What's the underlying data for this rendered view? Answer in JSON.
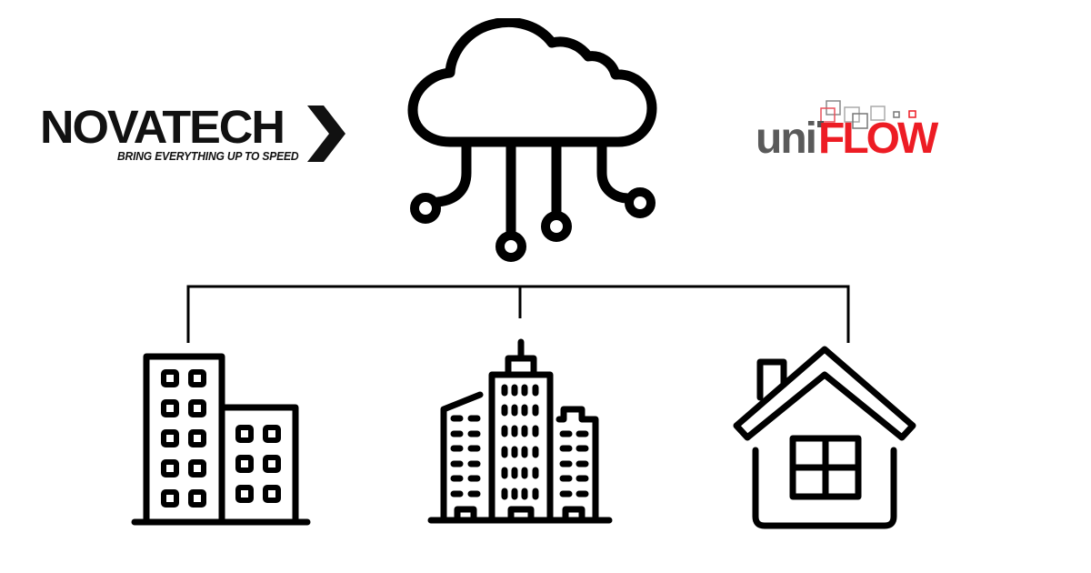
{
  "logos": {
    "left": {
      "name": "NOVATECH",
      "tagline": "BRING EVERYTHING UP TO SPEED",
      "color": "#111111"
    },
    "right": {
      "prefix": "uni",
      "suffix": "FLOW",
      "prefix_color": "#5a5a5a",
      "suffix_color": "#ed1c24"
    }
  },
  "diagram": {
    "root": {
      "icon": "cloud-network-icon"
    },
    "connector": {
      "type": "tree",
      "branches": 3
    },
    "children": [
      {
        "icon": "office-buildings-icon"
      },
      {
        "icon": "city-skyscrapers-icon"
      },
      {
        "icon": "home-icon"
      }
    ]
  }
}
